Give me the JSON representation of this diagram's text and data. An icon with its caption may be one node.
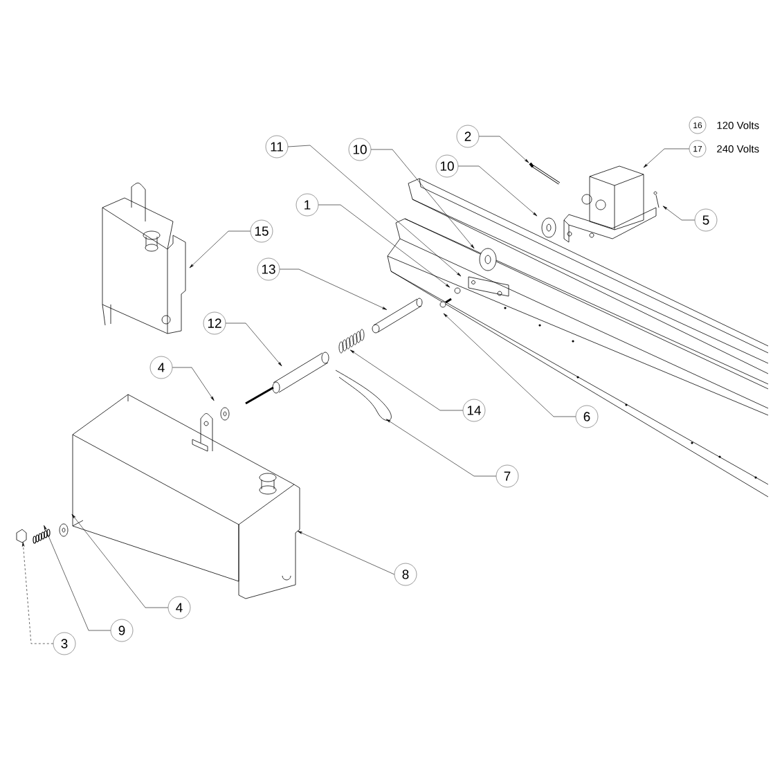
{
  "diagram": {
    "nodes": [
      {
        "text": [
          "16"
        ],
        "beside": [
          "120 Volts"
        ]
      },
      {
        "text": [
          "2"
        ]
      },
      {
        "text": [
          "17"
        ],
        "beside": [
          "240 Volts"
        ]
      },
      {
        "text": [
          "11"
        ]
      },
      {
        "text": [
          "10"
        ]
      },
      {
        "text": [
          "10"
        ]
      },
      {
        "text": [
          "1"
        ]
      },
      {
        "text": [
          "5"
        ]
      },
      {
        "text": [
          "15"
        ]
      },
      {
        "text": [
          "13"
        ]
      },
      {
        "text": [
          "12"
        ]
      },
      {
        "text": [
          "4"
        ]
      },
      {
        "text": [
          "14"
        ]
      },
      {
        "text": [
          "6"
        ]
      },
      {
        "text": [
          "7"
        ]
      },
      {
        "text": [
          "8"
        ]
      },
      {
        "text": [
          "4"
        ]
      },
      {
        "text": [
          "9"
        ]
      },
      {
        "text": [
          "3"
        ]
      }
    ],
    "edges": [
      {
        "from": 1,
        "to": null,
        "arrow": "to"
      },
      {
        "from": 2,
        "to": null,
        "arrow": "to"
      },
      {
        "from": 3,
        "to": null,
        "arrow": "to"
      },
      {
        "from": 4,
        "to": null,
        "arrow": "to"
      },
      {
        "from": 5,
        "to": null,
        "arrow": "to"
      },
      {
        "from": 6,
        "to": null,
        "arrow": "to"
      },
      {
        "from": 7,
        "to": null,
        "arrow": "to"
      },
      {
        "from": 8,
        "to": null,
        "arrow": "to"
      },
      {
        "from": 9,
        "to": null,
        "arrow": "to"
      },
      {
        "from": 10,
        "to": null,
        "arrow": "to"
      },
      {
        "from": 11,
        "to": null,
        "arrow": "to"
      },
      {
        "from": 12,
        "to": null,
        "arrow": "to"
      },
      {
        "from": 13,
        "to": null,
        "arrow": "to"
      },
      {
        "from": 14,
        "to": null,
        "arrow": "to"
      },
      {
        "from": 15,
        "to": null,
        "arrow": "to"
      },
      {
        "from": 16,
        "to": null,
        "arrow": "to"
      },
      {
        "from": 17,
        "to": null,
        "arrow": "to"
      },
      {
        "from": 18,
        "to": null,
        "arrow": "to",
        "style": "dashed"
      }
    ]
  }
}
